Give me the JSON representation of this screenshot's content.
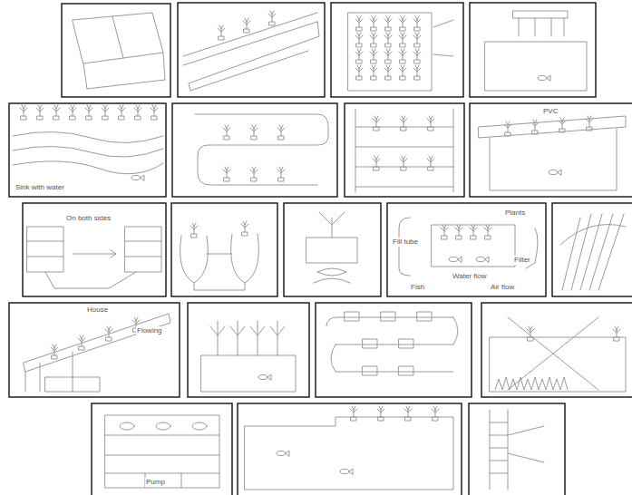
{
  "diagram": {
    "labels": [
      "Sink with water",
      "PVC",
      "On both sides",
      "Fill tube",
      "Plants",
      "Filter",
      "Water flow",
      "Air flow",
      "Fish",
      "House",
      "Flowing",
      "Pump"
    ]
  }
}
